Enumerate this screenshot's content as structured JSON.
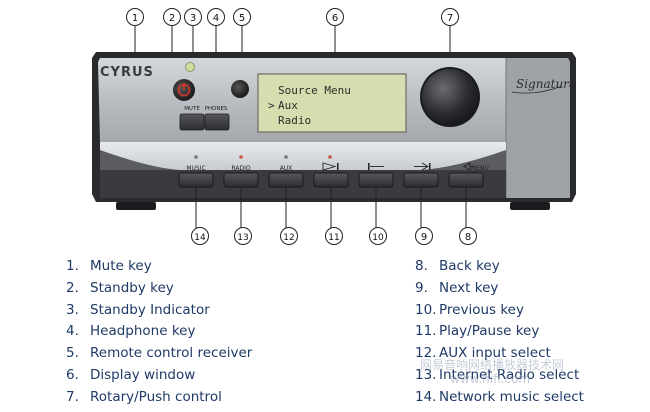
{
  "brand": {
    "logo_text": "CYRUS",
    "signature_text": "Signature"
  },
  "display": {
    "lines": [
      "Source Menu",
      "Aux",
      "Radio"
    ],
    "cursor": ">"
  },
  "panel_labels": {
    "mute": "MUTE",
    "phones": "PHONES"
  },
  "buttons": [
    {
      "id": "music",
      "label": "MUSIC"
    },
    {
      "id": "radio",
      "label": "RADIO"
    },
    {
      "id": "aux",
      "label": "AUX"
    },
    {
      "id": "play",
      "label": ""
    },
    {
      "id": "prev",
      "label": ""
    },
    {
      "id": "next",
      "label": ""
    },
    {
      "id": "menu",
      "label": "MENU"
    }
  ],
  "callouts": [
    "1",
    "2",
    "3",
    "4",
    "5",
    "6",
    "7",
    "8",
    "9",
    "10",
    "11",
    "12",
    "13",
    "14"
  ],
  "legend_left": [
    {
      "num": "1.",
      "text": "Mute key"
    },
    {
      "num": "2.",
      "text": "Standby key"
    },
    {
      "num": "3.",
      "text": "Standby Indicator"
    },
    {
      "num": "4.",
      "text": "Headphone key"
    },
    {
      "num": "5.",
      "text": "Remote control receiver"
    },
    {
      "num": "6.",
      "text": "Display window"
    },
    {
      "num": "7.",
      "text": "Rotary/Push control"
    }
  ],
  "legend_right": [
    {
      "num": "8.",
      "text": "Back key"
    },
    {
      "num": "9.",
      "text": "Next key"
    },
    {
      "num": "10.",
      "text": "Previous key"
    },
    {
      "num": "11.",
      "text": "Play/Pause key"
    },
    {
      "num": "12.",
      "text": "AUX input select"
    },
    {
      "num": "13.",
      "text": "Internet Radio select"
    },
    {
      "num": "14.",
      "text": "Network music select"
    }
  ],
  "watermark": {
    "line1": "网易音响网络播放器技术网",
    "line2": "www.hifi.com"
  },
  "colors": {
    "legend_text": "#1f3a66",
    "lcd": "#d8ddb0",
    "panel": "#bfc2c6",
    "chassis": "#2a2b2e",
    "standby_red": "#d43a2c"
  }
}
